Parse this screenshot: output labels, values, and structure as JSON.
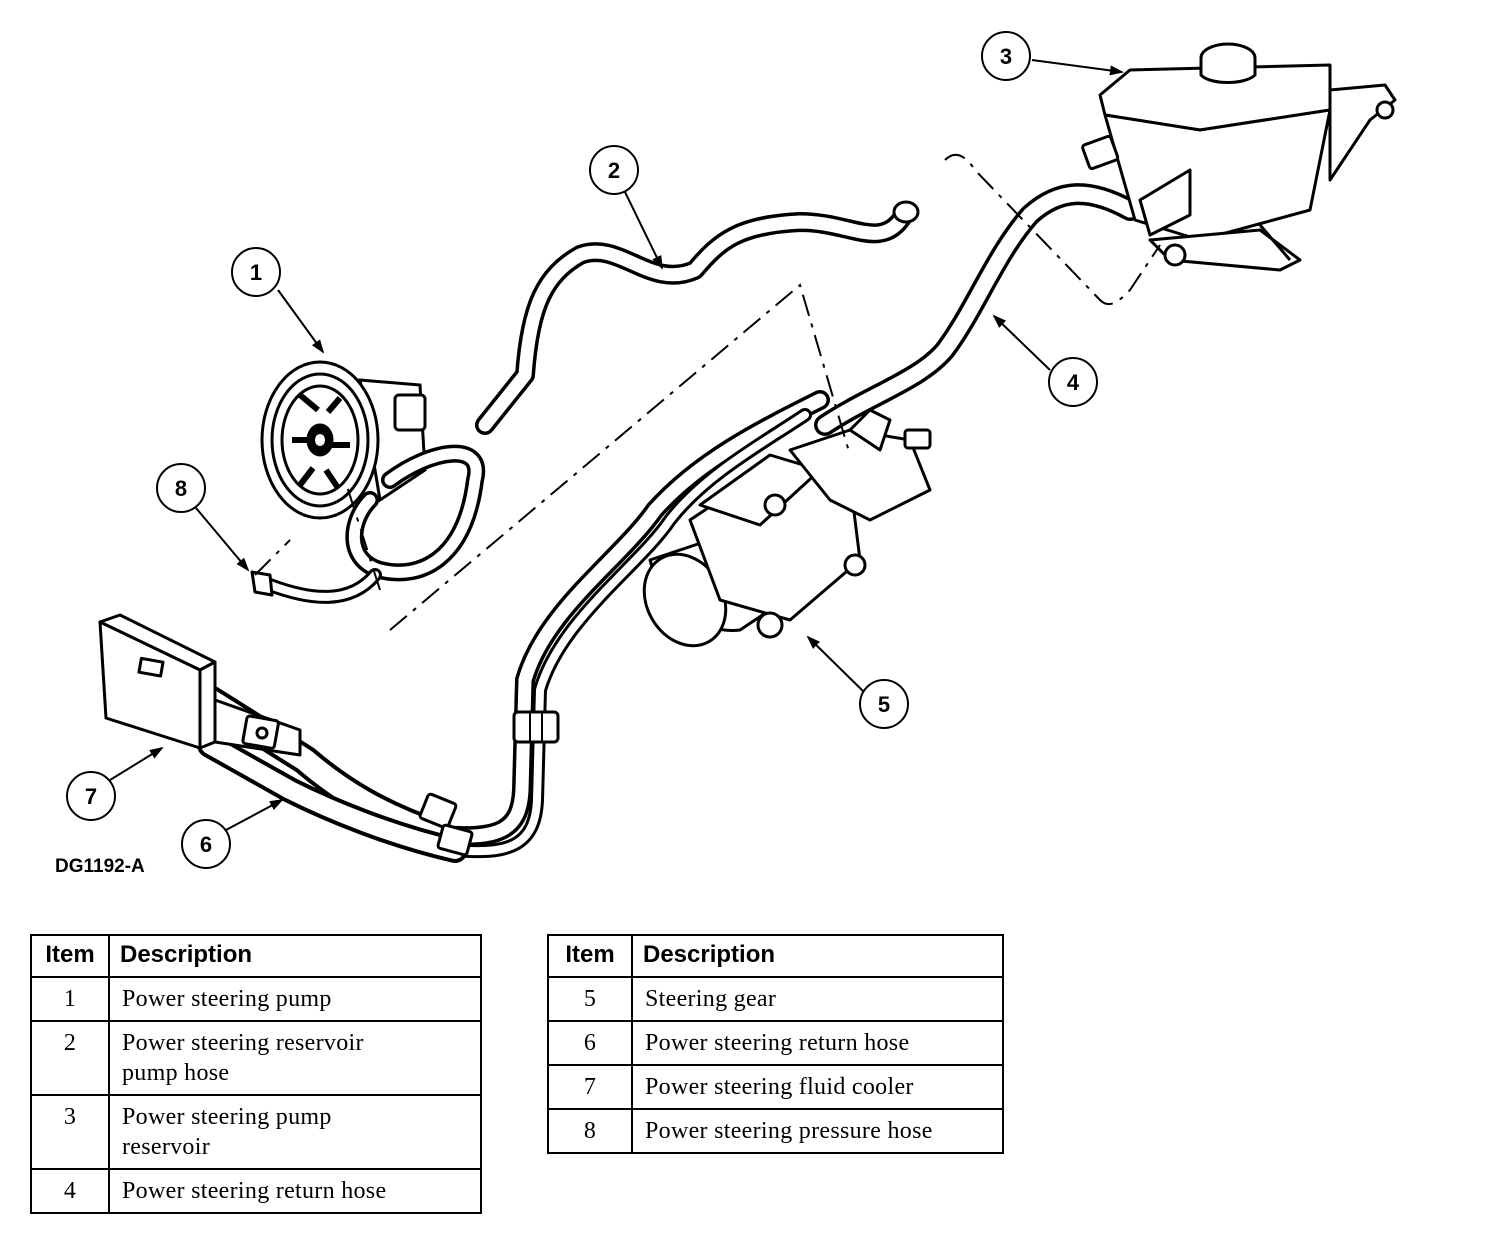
{
  "diagram": {
    "code": "DG1192-A",
    "callouts": [
      "1",
      "2",
      "3",
      "4",
      "5",
      "6",
      "7",
      "8"
    ]
  },
  "legend_headers": {
    "item": "Item",
    "description": "Description"
  },
  "legend_left": [
    {
      "item": "1",
      "description": "Power steering pump"
    },
    {
      "item": "2",
      "description": "Power steering reservoir pump hose"
    },
    {
      "item": "3",
      "description": "Power steering pump reservoir"
    },
    {
      "item": "4",
      "description": "Power steering return hose"
    }
  ],
  "legend_right": [
    {
      "item": "5",
      "description": "Steering gear"
    },
    {
      "item": "6",
      "description": "Power steering return hose"
    },
    {
      "item": "7",
      "description": "Power steering fluid cooler"
    },
    {
      "item": "8",
      "description": "Power steering pressure hose"
    }
  ]
}
